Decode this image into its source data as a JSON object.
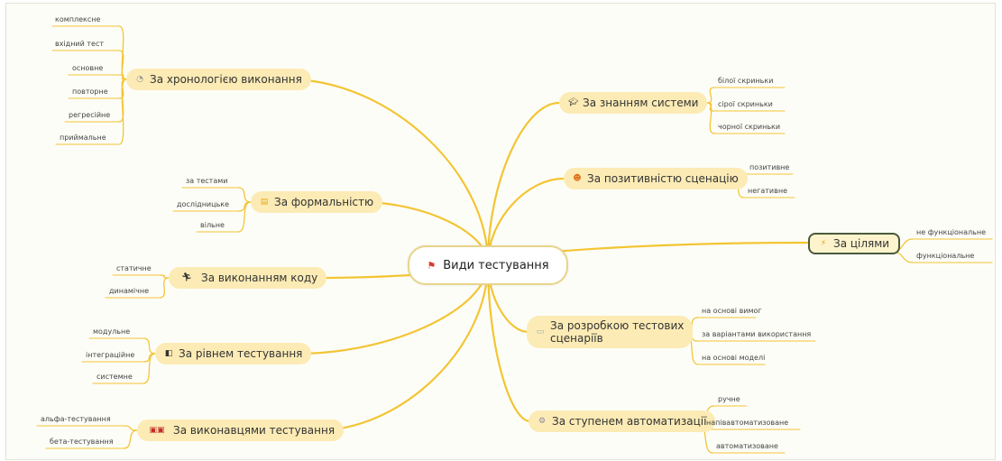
{
  "colors": {
    "branch": "#f3c534",
    "node_fill": "#fcebb5",
    "central_border": "#e8d48a",
    "text": "#333333"
  },
  "central": {
    "label": "Види тестування",
    "icon": "red-flag-icon"
  },
  "left": [
    {
      "label": "За хронологією виконання",
      "icon": "clock-icon",
      "children": [
        "комплексне",
        "вхідний тест",
        "основне",
        "повторне",
        "регресійне",
        "приймальне"
      ]
    },
    {
      "label": "За формальністю",
      "icon": "note-icon",
      "children": [
        "за тестами",
        "дослідницьке",
        "вільне"
      ]
    },
    {
      "label": "За виконанням коду",
      "icon": "runners-icon",
      "children": [
        "статичне",
        "динамічне"
      ]
    },
    {
      "label": "За рівнем тестування",
      "icon": "layers-icon",
      "children": [
        "модульне",
        "інтеграційне",
        "системне"
      ]
    },
    {
      "label": "За виконавцями тестування",
      "icon": "red-ab-icon",
      "children": [
        "альфа-тестування",
        "бета-тестування"
      ]
    }
  ],
  "right": [
    {
      "label": "За знанням системи",
      "icon": "graduation-cap-icon",
      "children": [
        "білої скриньки",
        "сірої скриньки",
        "чорної скриньки"
      ]
    },
    {
      "label": "За позитивністю сценацію",
      "icon": "smiley-icon",
      "children": [
        "позитивне",
        "негативне"
      ]
    },
    {
      "label": "За цілями",
      "icon": "lightning-icon",
      "children": [
        "не функціональне",
        "функціональне"
      ]
    },
    {
      "label": "За розробкою тестових\nсценаріїв",
      "icon": "document-icon",
      "children": [
        "на основі вимог",
        "за варіантами використання",
        "на основі моделі"
      ]
    },
    {
      "label": "За ступенем автоматизації",
      "icon": "gear-icon",
      "children": [
        "ручне",
        "напівавтоматизоване",
        "автоматизоване"
      ]
    }
  ]
}
